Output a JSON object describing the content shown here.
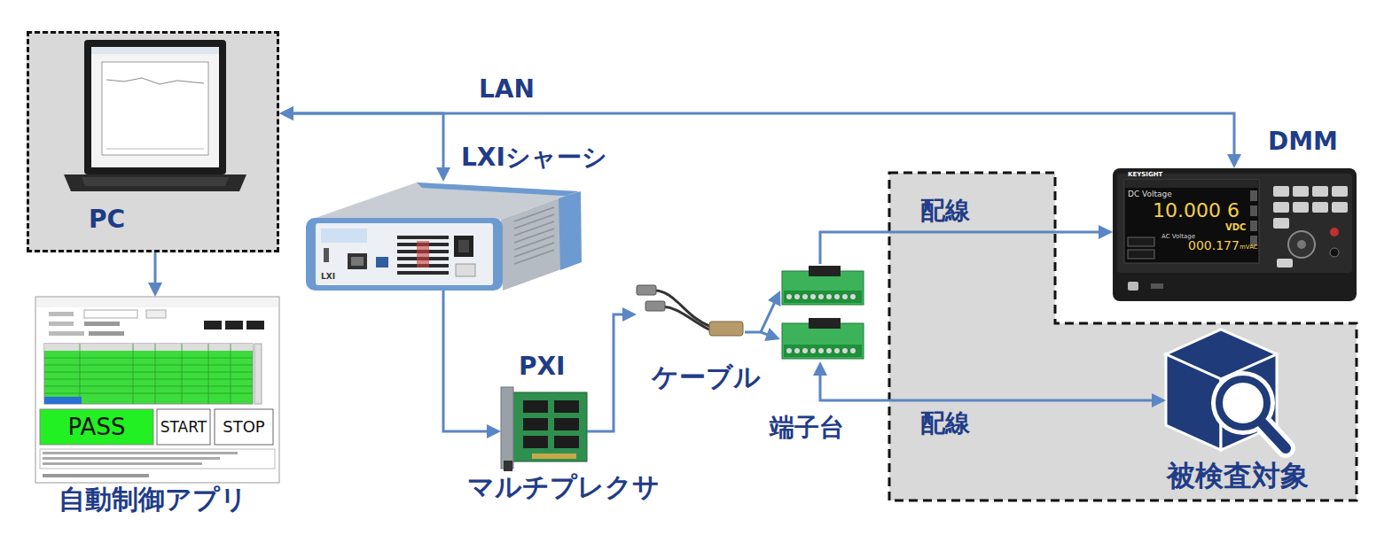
{
  "diagram": {
    "nodes": [
      {
        "text": [
          "PC"
        ]
      },
      {
        "text": [
          "自動制御アプリ"
        ]
      },
      {
        "text": [
          "LXIシャーシ"
        ]
      },
      {
        "text": [
          "PXI",
          "マルチプレクサ"
        ]
      },
      {
        "text": [
          "ケーブル"
        ]
      },
      {
        "text": [
          "端子台"
        ]
      },
      {
        "text": [
          "DMM"
        ]
      },
      {
        "text": [
          "被検査対象"
        ]
      }
    ],
    "edges": [
      {
        "from": 0,
        "to": 6,
        "arrow": "both",
        "label": "LAN"
      },
      {
        "from": 0,
        "to": 2,
        "arrow": "both"
      },
      {
        "from": 0,
        "to": 1,
        "arrow": "to"
      },
      {
        "from": 2,
        "to": 3,
        "arrow": "to"
      },
      {
        "from": 3,
        "to": 4,
        "arrow": "to"
      },
      {
        "from": 4,
        "to": 5,
        "arrow": "to"
      },
      {
        "from": 5,
        "to": 6,
        "arrow": "to",
        "label": "配線"
      },
      {
        "from": 5,
        "to": 7,
        "arrow": "both",
        "label": "配線"
      }
    ],
    "labels": [
      "LXI",
      "PASS",
      "START",
      "STOP",
      "KEYSIGHT",
      "DC Voltage",
      "10.000 6",
      "VDC",
      "AC Voltage",
      "000.177",
      "mVAC"
    ]
  }
}
